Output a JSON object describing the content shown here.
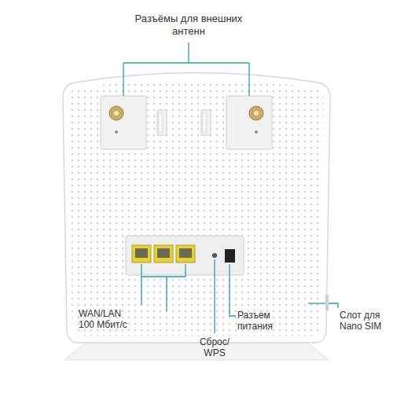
{
  "diagram": {
    "labels": [
      "Разъёмы для внешних антенн",
      "WAN/LAN 100 Мбит/с",
      "Сброс/ WPS",
      "Разъем питания",
      "Слот для Nano SIM"
    ]
  }
}
